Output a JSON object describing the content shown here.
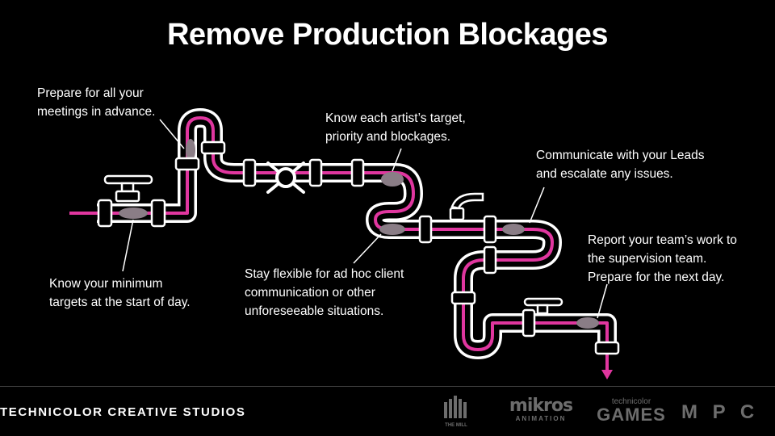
{
  "title": "Remove Production Blockages",
  "notes": {
    "meetings": "Prepare for all your\nmeetings in advance.",
    "targets": "Know your minimum\ntargets at the start of day.",
    "artists": "Know each artist’s target,\npriority and blockages.",
    "flexible": "Stay flexible for ad hoc client\ncommunication or other\nunforeseeable situations.",
    "leads": "Communicate with your Leads\nand escalate any issues.",
    "report": "Report your team’s work to\nthe supervision team.\nPrepare for the next day."
  },
  "footer": {
    "company": "TECHNICOLOR CREATIVE STUDIOS",
    "logos": {
      "mill": "THE MILL",
      "mikros_top": "mikros",
      "mikros_bottom": "ANIMATION",
      "games_top": "technicolor",
      "games_bottom": "GAMES",
      "mpc": "M P C"
    }
  },
  "colors": {
    "flow": "#e0369f",
    "pipe": "#ffffff",
    "background": "#000000",
    "logo": "#6d6d6d"
  }
}
